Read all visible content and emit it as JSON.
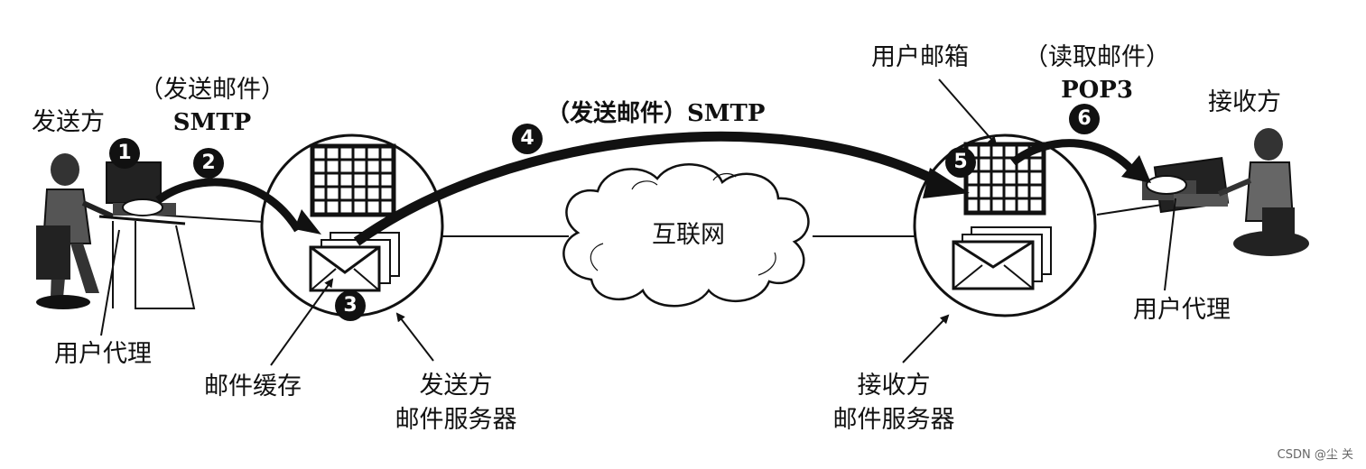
{
  "sender": {
    "title": "发送方",
    "agent_label": "用户代理"
  },
  "step1": {
    "badge": "1"
  },
  "step2": {
    "badge": "2",
    "label_line1": "（发送邮件）",
    "label_line2": "SMTP"
  },
  "step3": {
    "badge": "3"
  },
  "step4": {
    "badge": "4",
    "label": "（发送邮件）SMTP"
  },
  "step5": {
    "badge": "5"
  },
  "step6": {
    "badge": "6",
    "label_line1": "（读取邮件）",
    "label_line2": "POP3"
  },
  "send_server": {
    "queue_label": "邮件缓存",
    "name_line1": "发送方",
    "name_line2": "邮件服务器"
  },
  "internet": {
    "label": "互联网"
  },
  "recv_server": {
    "mailbox_label": "用户邮箱",
    "name_line1": "接收方",
    "name_line2": "邮件服务器"
  },
  "receiver": {
    "title": "接收方",
    "agent_label": "用户代理"
  },
  "watermark": "CSDN @尘 关"
}
